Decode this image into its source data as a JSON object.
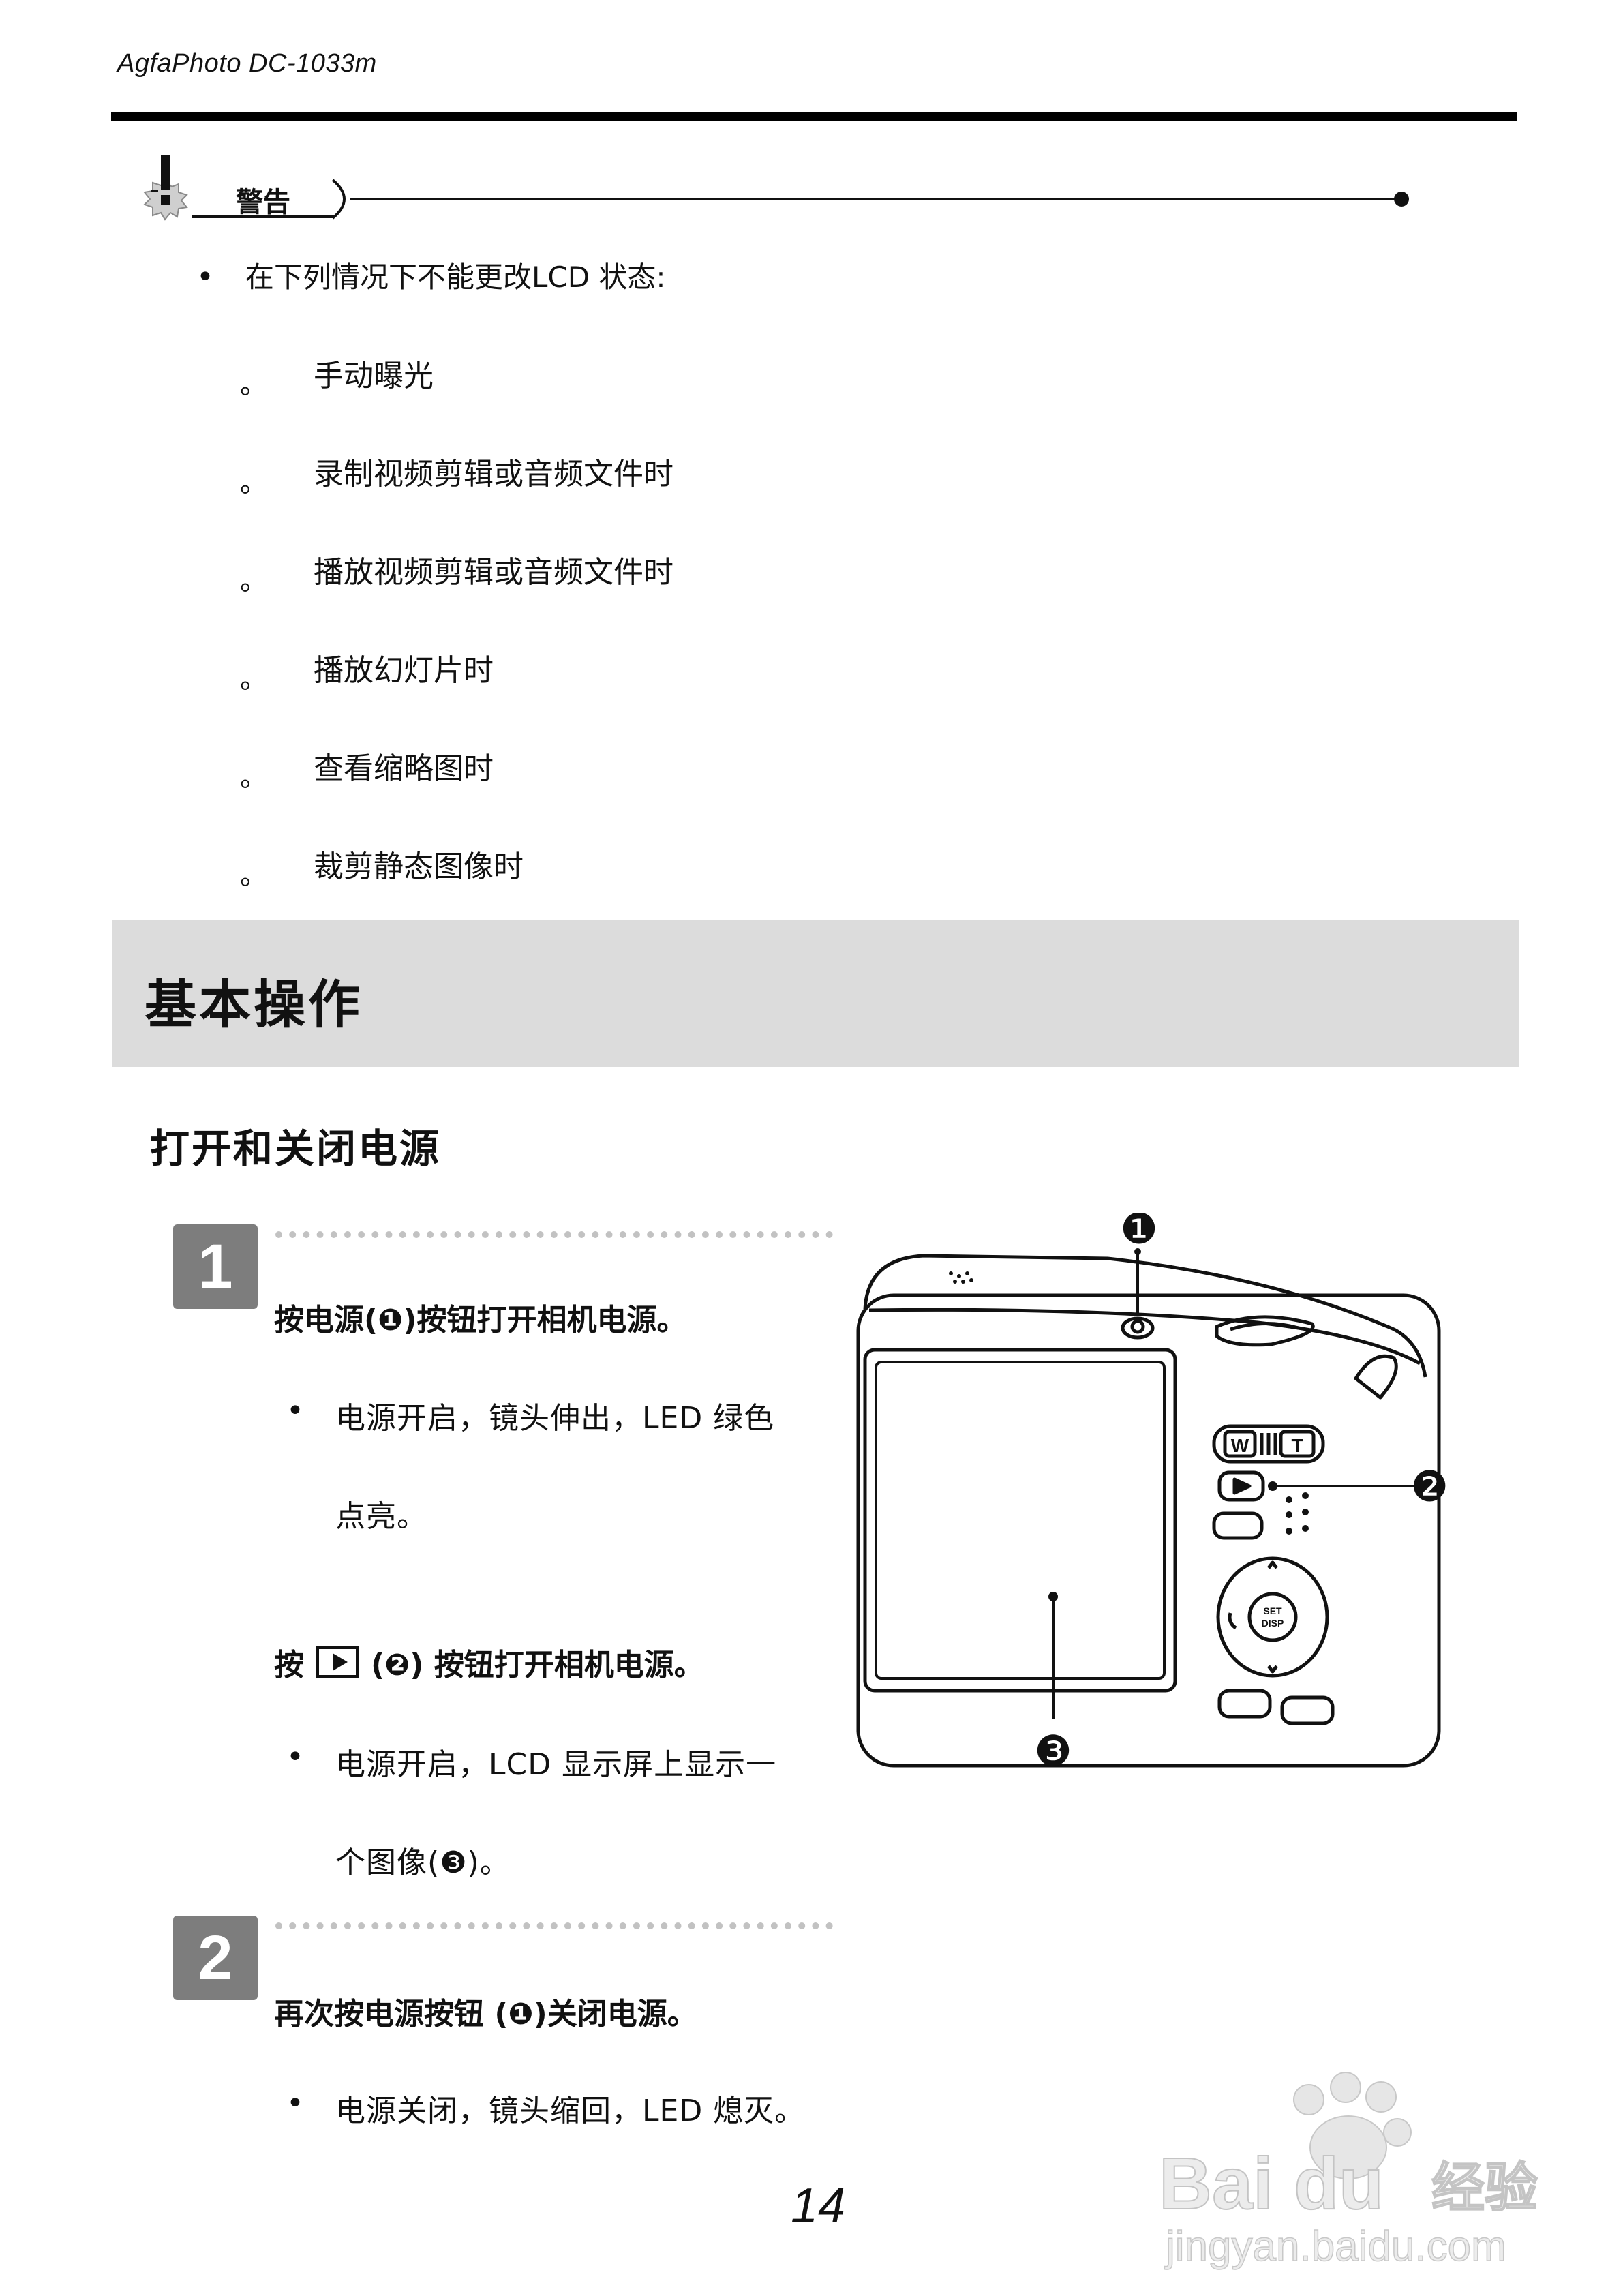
{
  "header": {
    "model": "AgfaPhoto DC-1033m"
  },
  "warning": {
    "title": "警告",
    "intro": "在下列情况下不能更改LCD  状态:",
    "items": [
      "手动曝光",
      "录制视频剪辑或音频文件时",
      "播放视频剪辑或音频文件时",
      "播放幻灯片时",
      "查看缩略图时",
      "裁剪静态图像时"
    ],
    "bullet": "•",
    "sub_marker": "。"
  },
  "section": {
    "title": "基本操作"
  },
  "subheading": "打开和关闭电源",
  "steps": [
    {
      "number": "1",
      "instruction": "按电源(❶)按钮打开相机电源。",
      "bullet_line1": "电源开启，镜头伸出，LED  绿色",
      "bullet_line2": "点亮。",
      "alt_pre": "按",
      "alt_post": "(❷)  按钮打开相机电源。",
      "alt_bullet_line1": "电源开启，LCD  显示屏上显示一",
      "alt_bullet_line2": "个图像(❸)。"
    },
    {
      "number": "2",
      "instruction": "再次按电源按钮 (❶)关闭电源。",
      "bullet_line1": "电源关闭，镜头缩回，LED  熄灭。"
    }
  ],
  "camera": {
    "callouts": [
      "❶",
      "❷",
      "❸"
    ],
    "zoom_w": "W",
    "zoom_t": "T",
    "set_label": "SET",
    "disp_label": "DISP"
  },
  "page_number": "14",
  "watermark": {
    "brand": "Bai du",
    "suffix": "经验",
    "url": "jingyan.baidu.com"
  }
}
